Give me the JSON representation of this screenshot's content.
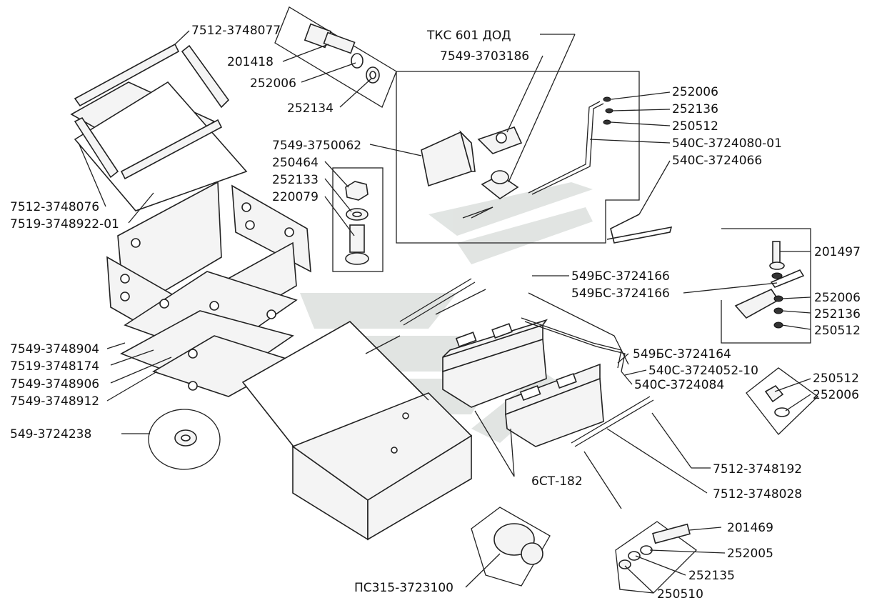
{
  "colors": {
    "line": "#222222",
    "watermark": "#c9cfcc",
    "background": "#ffffff"
  },
  "labels": {
    "tks": "ТКС 601 ДОД",
    "p7549_3703186": "7549-3703186",
    "p7512_3748077": "7512-3748077",
    "p201418": "201418",
    "p252006_a": "252006",
    "p252134": "252134",
    "p252006_b": "252006",
    "p252136_a": "252136",
    "p250512_a": "250512",
    "p540c_3724080": "540С-3724080-01",
    "p540c_3724066": "540С-3724066",
    "p7549_3750062": "7549-3750062",
    "p250464": "250464",
    "p252133": "252133",
    "p220079": "220079",
    "p7512_3748076": "7512-3748076",
    "p7519_3748922": "7519-3748922-01",
    "p201497": "201497",
    "p549b_a": "549БС-3724166",
    "p549b_b": "549БС-3724166",
    "p252006_c": "252006",
    "p252136_b": "252136",
    "p250512_b": "250512",
    "p549b_164": "549БС-3724164",
    "p540c_052": "540С-3724052-10",
    "p540c_084": "540С-3724084",
    "p7549_904": "7549-3748904",
    "p7519_174": "7519-3748174",
    "p7549_906": "7549-3748906",
    "p7549_912": "7549-3748912",
    "p250512_c": "250512",
    "p252006_d": "252006",
    "p549_238": "549-3724238",
    "p6ct": "6СТ-182",
    "p7512_192": "7512-3748192",
    "p7512_028": "7512-3748028",
    "p201469": "201469",
    "p252005": "252005",
    "p252135": "252135",
    "p250510": "250510",
    "p_ps315": "ПС315-3723100"
  }
}
